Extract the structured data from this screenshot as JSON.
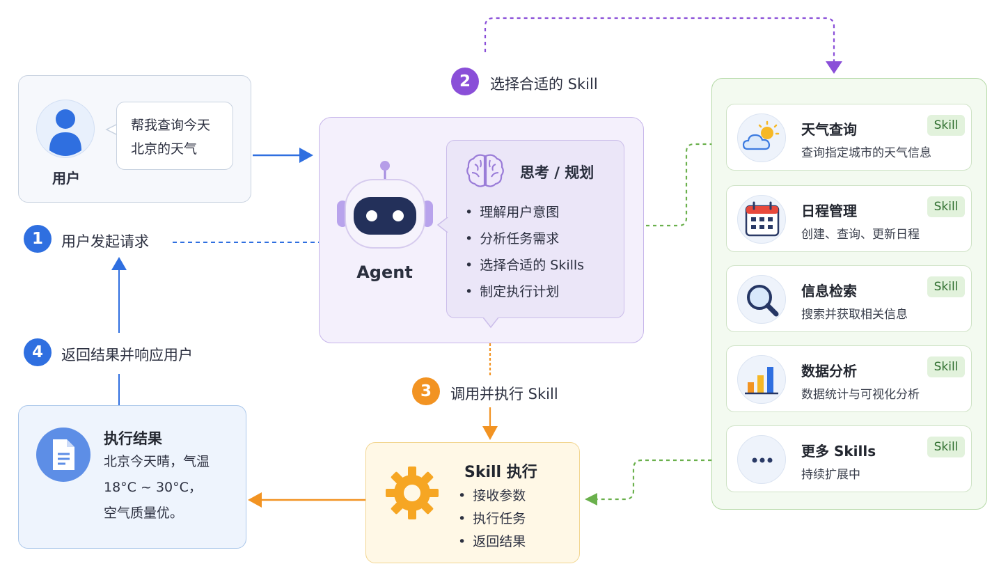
{
  "user": {
    "label": "用户",
    "request_line1": "帮我查询今天",
    "request_line2": "北京的天气"
  },
  "steps": [
    {
      "number": "1",
      "text": "用户发起请求",
      "color": "#2f6fe0"
    },
    {
      "number": "2",
      "text": "选择合适的 Skill",
      "color": "#8a4fd8"
    },
    {
      "number": "3",
      "text": "调用并执行 Skill",
      "color": "#f29322"
    },
    {
      "number": "4",
      "text": "返回结果并响应用户",
      "color": "#2f6fe0"
    }
  ],
  "agent": {
    "label": "Agent",
    "think_title": "思考 / 规划",
    "think_items": [
      "理解用户意图",
      "分析任务需求",
      "选择合适的 Skills",
      "制定执行计划"
    ]
  },
  "skills": [
    {
      "name": "天气查询",
      "desc": "查询指定城市的天气信息",
      "badge": "Skill",
      "icon": "weather-icon"
    },
    {
      "name": "日程管理",
      "desc": "创建、查询、更新日程",
      "badge": "Skill",
      "icon": "calendar-icon"
    },
    {
      "name": "信息检索",
      "desc": "搜索并获取相关信息",
      "badge": "Skill",
      "icon": "search-icon"
    },
    {
      "name": "数据分析",
      "desc": "数据统计与可视化分析",
      "badge": "Skill",
      "icon": "bar-chart-icon"
    },
    {
      "name": "更多 Skills",
      "desc": "持续扩展中",
      "badge": "Skill",
      "icon": "more-icon"
    }
  ],
  "execution": {
    "title": "Skill 执行",
    "items": [
      "接收参数",
      "执行任务",
      "返回结果"
    ]
  },
  "result": {
    "title": "执行结果",
    "lines": [
      "北京今天晴，气温",
      "18°C ~ 30°C，",
      "空气质量优。"
    ]
  },
  "colors": {
    "blue": "#2f6fe0",
    "purple": "#8a4fd8",
    "orange": "#f29322",
    "green": "#6ab04c"
  }
}
